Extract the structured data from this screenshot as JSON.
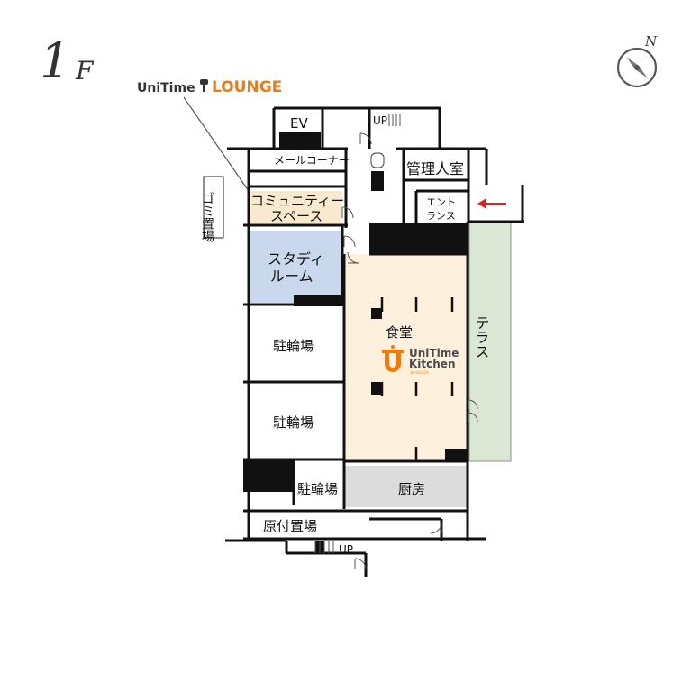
{
  "floor": {
    "number": "1",
    "suffix": "F"
  },
  "compass": {
    "north_label": "N"
  },
  "lounge_logo": {
    "brand": "UniTime",
    "name": "LOUNGE"
  },
  "kitchen_logo": {
    "line1": "UniTime",
    "line2": "Kitchen",
    "byline": "by UniLife"
  },
  "rooms": {
    "ev": "EV",
    "up_top": "UP",
    "mail_corner": "メールコーナー",
    "management": "管理人室",
    "entrance_1": "エント",
    "entrance_2": "ランス",
    "garbage": "ゴミ置場",
    "community_1": "コミュニティー",
    "community_2": "スペース",
    "study_1": "スタディ",
    "study_2": "ルーム",
    "dining": "食堂",
    "terrace": "テラス",
    "bike_1": "駐輪場",
    "bike_2": "駐輪場",
    "bike_3": "駐輪場",
    "kitchen": "厨房",
    "moped": "原付置場",
    "up_bottom": "UP"
  },
  "colors": {
    "community": "#f9e9cf",
    "study": "#cad8ee",
    "dining": "#fdf1dd",
    "terrace": "#dbe7d4",
    "kitchen": "#dcdcdc",
    "wall": "#111111",
    "arrow": "#e02020",
    "lounge_orange": "#ee7a12"
  }
}
